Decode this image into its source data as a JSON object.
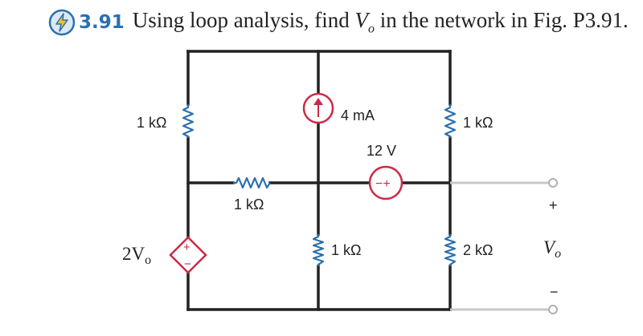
{
  "problem": {
    "number": "3.91",
    "statement_prefix": "Using loop analysis, find ",
    "statement_var": "V",
    "statement_sub": "o",
    "statement_suffix": " in the network in Fig. P3.91."
  },
  "icons": {
    "badge": "lightning-bolt-icon"
  },
  "colors": {
    "resistor": "#2a6fb0",
    "source": "#cc2a45",
    "wire": "#222222",
    "output_wire": "#c8c8c8",
    "number": "#2a6fb0"
  },
  "circuit": {
    "r_left_top": "1 kΩ",
    "current_source": "4 mA",
    "r_right_top": "1 kΩ",
    "voltage_source": "12 V",
    "voltage_source_polarity": "−+",
    "r_middle_horizontal": "1 kΩ",
    "dependent_source": "2V",
    "dependent_source_sub": "o",
    "dependent_polarity_plus": "+",
    "dependent_polarity_minus": "−",
    "r_center_bottom": "1 kΩ",
    "r_right_bottom": "2 kΩ",
    "output_plus": "+",
    "output_var": "V",
    "output_sub": "o",
    "output_minus": "−"
  }
}
